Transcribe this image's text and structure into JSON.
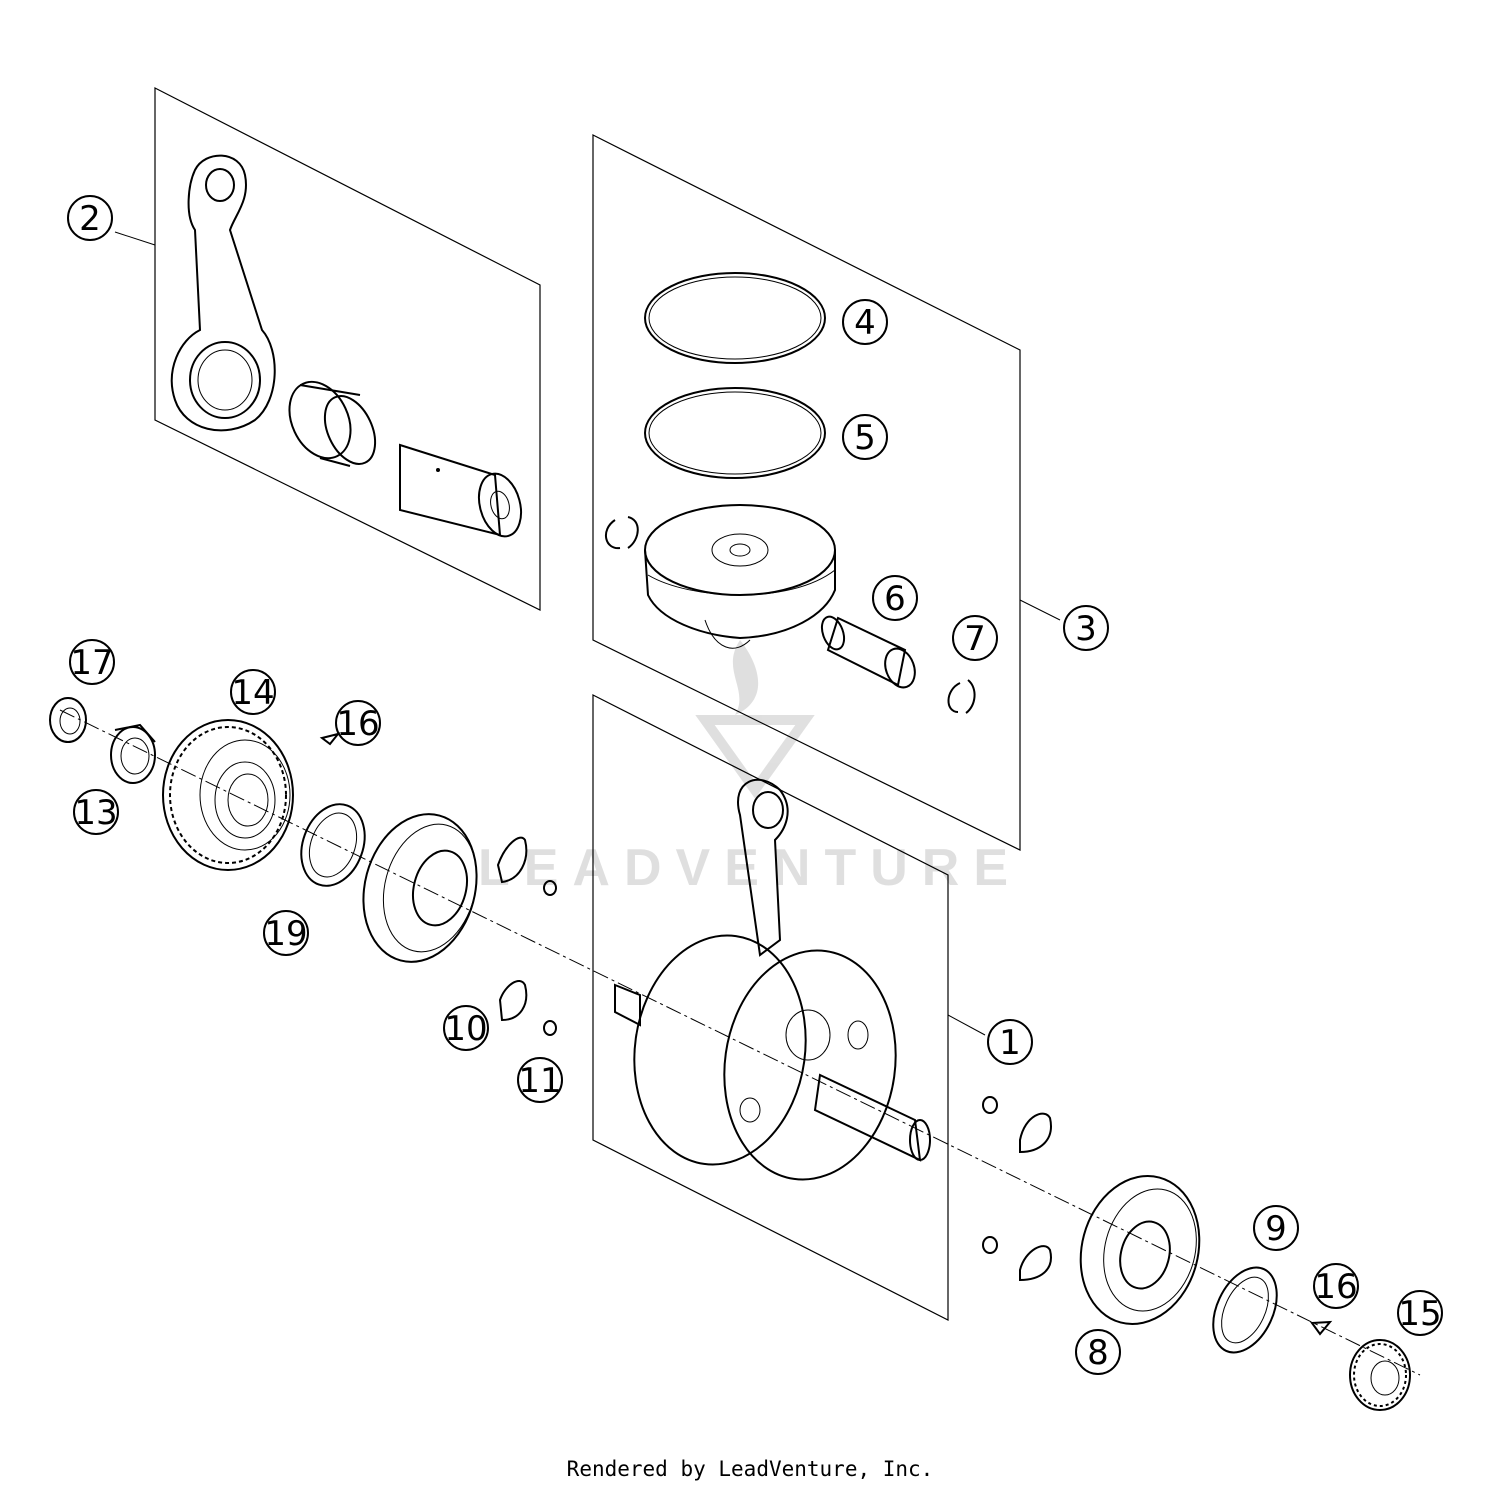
{
  "callouts": [
    {
      "id": "1",
      "label": "1"
    },
    {
      "id": "2",
      "label": "2"
    },
    {
      "id": "3",
      "label": "3"
    },
    {
      "id": "4",
      "label": "4"
    },
    {
      "id": "5",
      "label": "5"
    },
    {
      "id": "6",
      "label": "6"
    },
    {
      "id": "7",
      "label": "7"
    },
    {
      "id": "8",
      "label": "8"
    },
    {
      "id": "9",
      "label": "9"
    },
    {
      "id": "10",
      "label": "10"
    },
    {
      "id": "11",
      "label": "11"
    },
    {
      "id": "13",
      "label": "13"
    },
    {
      "id": "14",
      "label": "14"
    },
    {
      "id": "15",
      "label": "15"
    },
    {
      "id": "16a",
      "label": "16"
    },
    {
      "id": "16b",
      "label": "16"
    },
    {
      "id": "17",
      "label": "17"
    },
    {
      "id": "19",
      "label": "19"
    }
  ],
  "watermark": "LEADVENTURE",
  "footer": "Rendered by LeadVenture, Inc."
}
